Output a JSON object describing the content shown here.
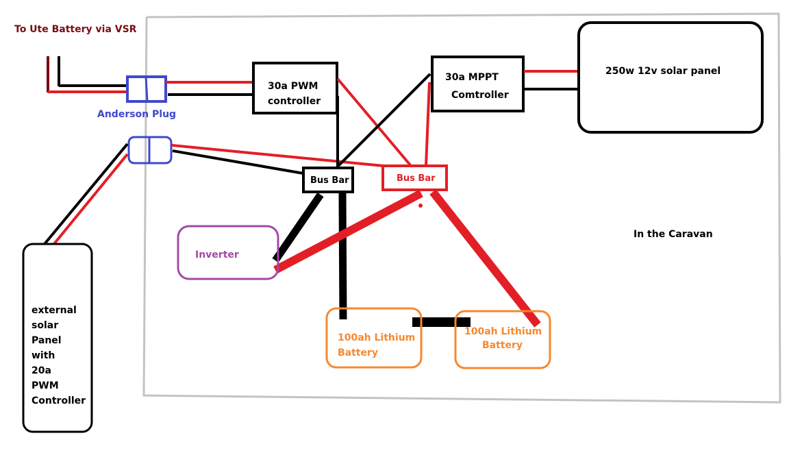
{
  "diagram": {
    "title_label": "To Ute Battery via VSR",
    "region_label": "In the Caravan",
    "components": {
      "anderson_plug_label": "Anderson Plug",
      "pwm_controller": [
        "30a PWM",
        "controller"
      ],
      "mppt_controller": [
        "30a MPPT",
        "Comtroller"
      ],
      "solar_panel": "250w 12v solar panel",
      "bus_bar_negative": "Bus Bar",
      "bus_bar_positive": "Bus Bar",
      "inverter": "Inverter",
      "battery_1": [
        "100ah Lithium",
        "Battery"
      ],
      "battery_2": [
        "100ah Lithium",
        "Battery"
      ],
      "external_panel": [
        "external",
        "solar",
        "Panel",
        "with",
        "20a",
        "PWM",
        "Controller"
      ]
    },
    "colors": {
      "positive_wire": "#e21f26",
      "negative_wire": "#000000",
      "ute_label": "#7a0c13",
      "anderson": "#3f48cc",
      "inverter": "#a349a4",
      "battery": "#f7882f",
      "region_border": "#c3c3c3"
    }
  }
}
